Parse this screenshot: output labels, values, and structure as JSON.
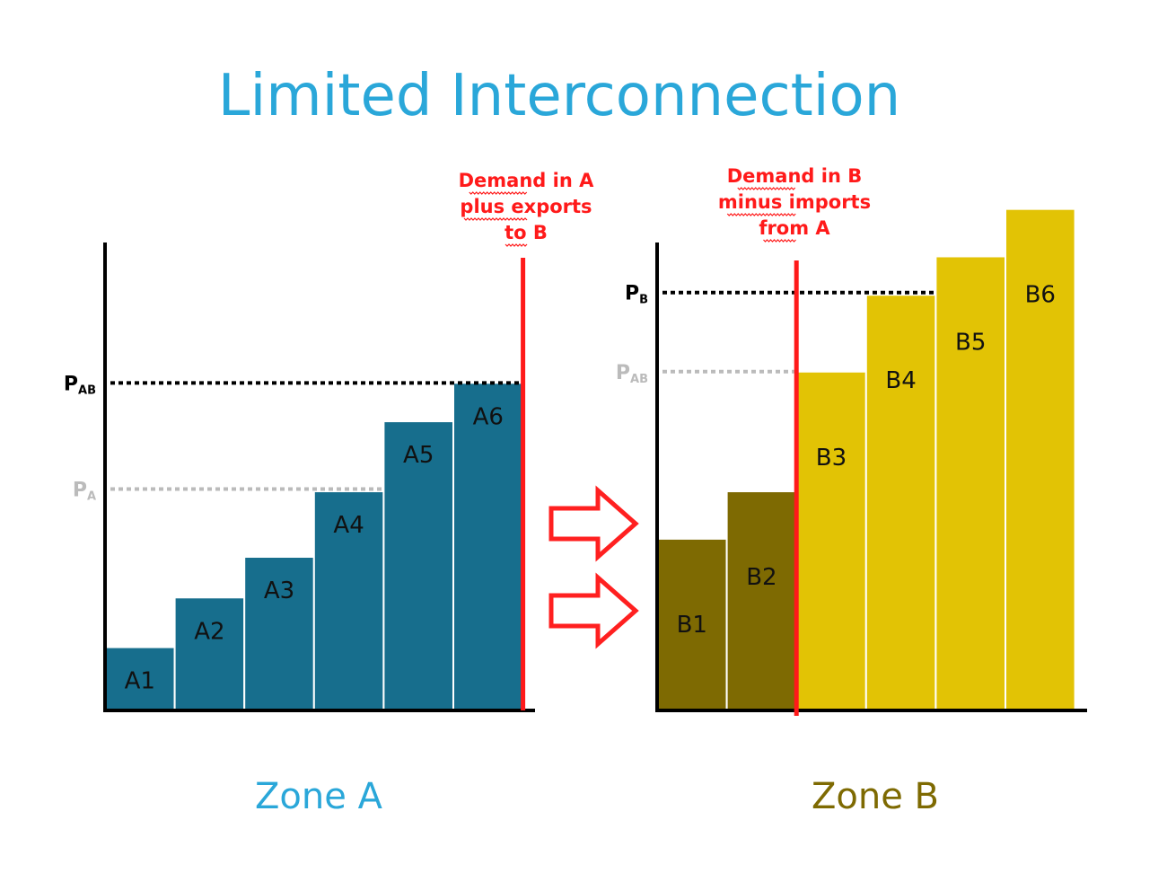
{
  "title": "Limited Interconnection",
  "colors": {
    "title": "#2aa7d9",
    "zone_a_bar": "#176e8d",
    "zone_b_import": "#7e6a02",
    "zone_b_bar": "#e2c305",
    "demand_line": "#ff1a1a",
    "price_main": "#000000",
    "price_faded": "#bbbbbb",
    "arrow": "#ff2020",
    "zone_a_label": "#2aa7d9",
    "zone_b_label": "#7e6a02"
  },
  "zone_a": {
    "label": "Zone A",
    "bars": [
      {
        "label": "A1",
        "value": 1.4
      },
      {
        "label": "A2",
        "value": 2.5
      },
      {
        "label": "A3",
        "value": 3.4
      },
      {
        "label": "A4",
        "value": 4.85
      },
      {
        "label": "A5",
        "value": 6.4
      },
      {
        "label": "A6",
        "value": 7.25
      }
    ],
    "demand_annotation": [
      "Demand in A",
      "plus exports",
      "to B"
    ],
    "price_main": {
      "main": "P",
      "sub": "AB",
      "value": 7.25
    },
    "price_faded": {
      "main": "P",
      "sub": "A",
      "value": 4.9
    }
  },
  "zone_b": {
    "label": "Zone B",
    "bars": [
      {
        "label": "B1",
        "value": 3.8,
        "imported": true
      },
      {
        "label": "B2",
        "value": 4.85,
        "imported": true
      },
      {
        "label": "B3",
        "value": 7.5,
        "imported": false
      },
      {
        "label": "B4",
        "value": 9.2,
        "imported": false
      },
      {
        "label": "B5",
        "value": 10.05,
        "imported": false
      },
      {
        "label": "B6",
        "value": 11.1,
        "imported": false
      }
    ],
    "demand_annotation": [
      "Demand in B",
      "minus imports",
      "from A"
    ],
    "price_main": {
      "main": "P",
      "sub": "B",
      "value": 9.25
    },
    "price_faded": {
      "main": "P",
      "sub": "AB",
      "value": 7.5
    }
  },
  "arrows": {
    "count": 2,
    "direction": "right"
  }
}
